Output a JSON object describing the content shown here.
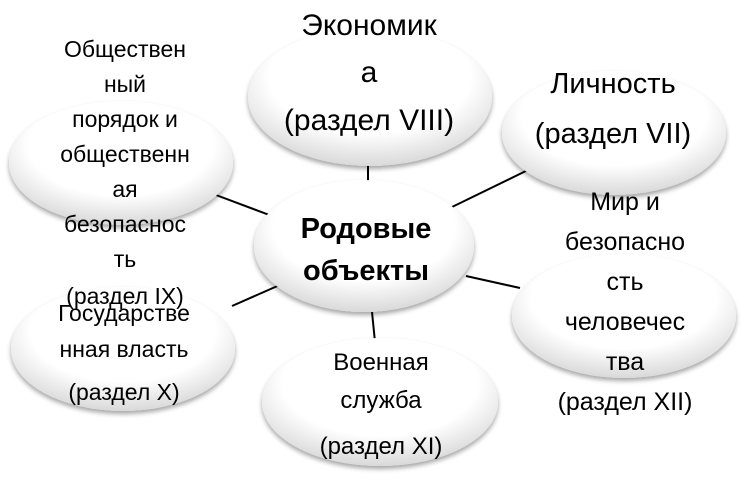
{
  "diagram": {
    "center": {
      "lines": [
        "Родовые",
        "объекты"
      ]
    },
    "nodes": {
      "economy": {
        "lines": [
          "Экономик",
          "а"
        ],
        "ref": "(раздел VIII)"
      },
      "personality": {
        "lines": [
          "Личность"
        ],
        "ref": "(раздел VII)"
      },
      "order": {
        "lines": [
          "Обществен",
          "ный",
          "порядок и",
          "общественн",
          "ая",
          "безопаснос",
          "ть"
        ],
        "ref": "(раздел IX)"
      },
      "power": {
        "lines": [
          "Государстве",
          "нная власть"
        ],
        "ref": "(раздел X)"
      },
      "military": {
        "lines": [
          "Военная",
          "служба"
        ],
        "ref": "(раздел XI)"
      },
      "peace": {
        "lines": [
          "Мир и",
          "безопасно",
          "сть",
          "человечес",
          "тва"
        ],
        "ref": "(раздел XII)"
      }
    }
  },
  "colors": {
    "bubble_light": "#ffffff",
    "bubble_dark": "#c9c9c9",
    "connector": "#000000",
    "text": "#000000"
  }
}
